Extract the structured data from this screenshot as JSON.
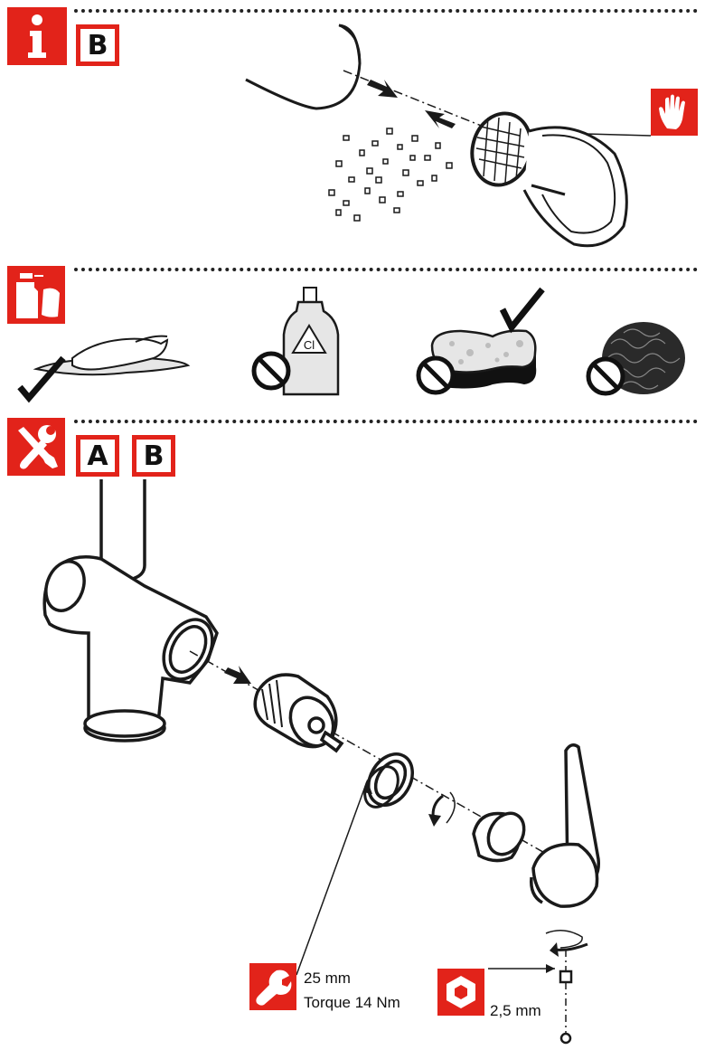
{
  "colors": {
    "accent": "#e2231a",
    "ink": "#1a1a1a",
    "background": "#ffffff"
  },
  "section_info": {
    "icon": "info-icon",
    "box_label": "B",
    "glove_icon": "hand-glove-icon"
  },
  "section_cleaning": {
    "icon": "cleaning-spray-icon",
    "items": [
      {
        "name": "cloth-wipe",
        "allowed": true
      },
      {
        "name": "chlorine-cleaner",
        "allowed": false,
        "label": "Cl"
      },
      {
        "name": "sponge",
        "allowed": true
      },
      {
        "name": "steel-wool",
        "allowed": false
      }
    ]
  },
  "section_tools": {
    "icon": "wrench-screwdriver-icon",
    "box_labels": [
      "A",
      "B"
    ],
    "wrench_spec": {
      "icon": "wrench-icon",
      "line1": "25 mm",
      "line2": "Torque 14 Nm"
    },
    "hex_spec": {
      "icon": "hex-key-icon",
      "line1": "2,5 mm"
    }
  }
}
